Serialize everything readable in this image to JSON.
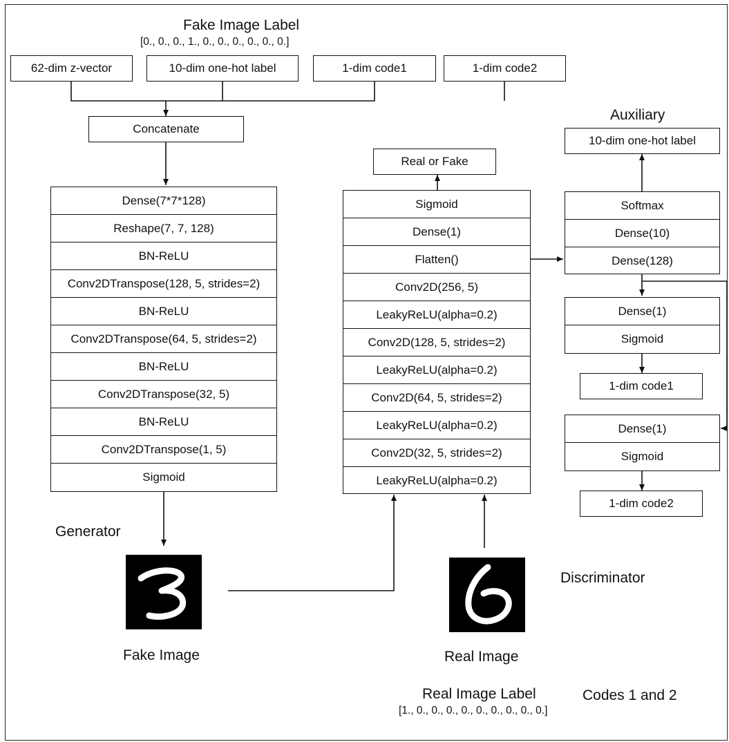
{
  "fake_label": {
    "title": "Fake Image Label",
    "vector": "[0., 0., 0., 1., 0., 0., 0., 0., 0., 0.]"
  },
  "inputs": {
    "z_vector": "62-dim z-vector",
    "onehot": "10-dim one-hot label",
    "code1": "1-dim code1",
    "code2": "1-dim code2"
  },
  "concatenate": "Concatenate",
  "generator": {
    "title": "Generator",
    "layers": [
      "Dense(7*7*128)",
      "Reshape(7, 7, 128)",
      "BN-ReLU",
      "Conv2DTranspose(128, 5, strides=2)",
      "BN-ReLU",
      "Conv2DTranspose(64, 5, strides=2)",
      "BN-ReLU",
      "Conv2DTranspose(32, 5)",
      "BN-ReLU",
      "Conv2DTranspose(1, 5)",
      "Sigmoid"
    ]
  },
  "discriminator": {
    "title": "Discriminator",
    "output": "Real or Fake",
    "layers": [
      "Sigmoid",
      "Dense(1)",
      "Flatten()",
      "Conv2D(256, 5)",
      "LeakyReLU(alpha=0.2)",
      "Conv2D(128, 5, strides=2)",
      "LeakyReLU(alpha=0.2)",
      "Conv2D(64, 5, strides=2)",
      "LeakyReLU(alpha=0.2)",
      "Conv2D(32, 5, strides=2)",
      "LeakyReLU(alpha=0.2)"
    ]
  },
  "auxiliary": {
    "title": "Auxiliary",
    "output": "10-dim one-hot label",
    "layers": [
      "Softmax",
      "Dense(10)",
      "Dense(128)"
    ],
    "code1_head": [
      "Dense(1)",
      "Sigmoid"
    ],
    "code1_output": "1-dim code1",
    "code2_head": [
      "Dense(1)",
      "Sigmoid"
    ],
    "code2_output": "1-dim code2"
  },
  "images": {
    "fake_caption": "Fake Image",
    "real_caption": "Real Image"
  },
  "real_label": {
    "title": "Real Image Label",
    "vector": "[1., 0., 0., 0., 0., 0., 0., 0., 0., 0.]"
  },
  "codes_caption": "Codes 1 and 2"
}
